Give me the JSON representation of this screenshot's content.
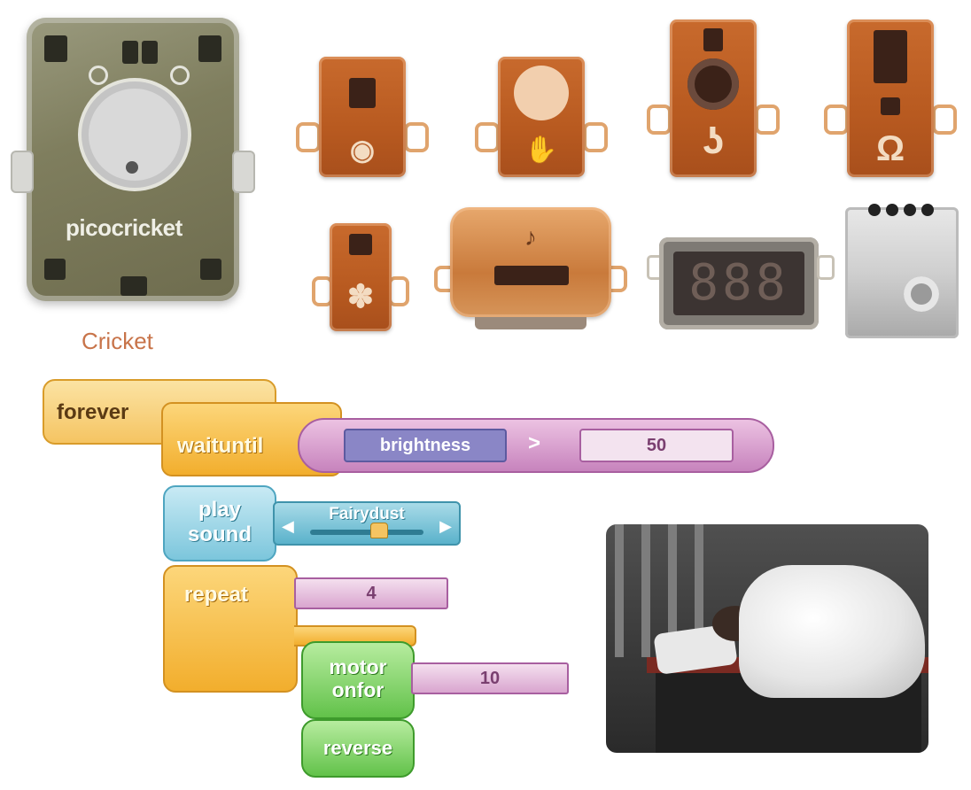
{
  "cricket": {
    "logo": "picocricket",
    "caption": "Cricket"
  },
  "display": {
    "digits": "888"
  },
  "blocks": {
    "forever": "forever",
    "waituntil": "waituntil",
    "sensor": "brightness",
    "operator": ">",
    "threshold": "50",
    "play_line1": "play",
    "play_line2": "sound",
    "sound_name": "Fairydust",
    "repeat": "repeat",
    "repeat_count": "4",
    "motor_line1": "motor",
    "motor_line2": "onfor",
    "motor_time": "10",
    "reverse": "reverse"
  },
  "colors": {
    "module_orange": "#b85a20",
    "control_yellow": "#f2ae2d",
    "sensor_purple": "#c783bd",
    "sound_blue": "#7cc6dc",
    "motor_green": "#62c24a",
    "caption_text": "#c8744a"
  },
  "icons": {
    "light_sensor": "eye-icon",
    "touch_sensor": "hand-icon",
    "sound_sensor": "ear-icon",
    "resistance_sensor": "omega-icon",
    "beamer": "bug-icon",
    "sound_box": "music-note-icon"
  }
}
